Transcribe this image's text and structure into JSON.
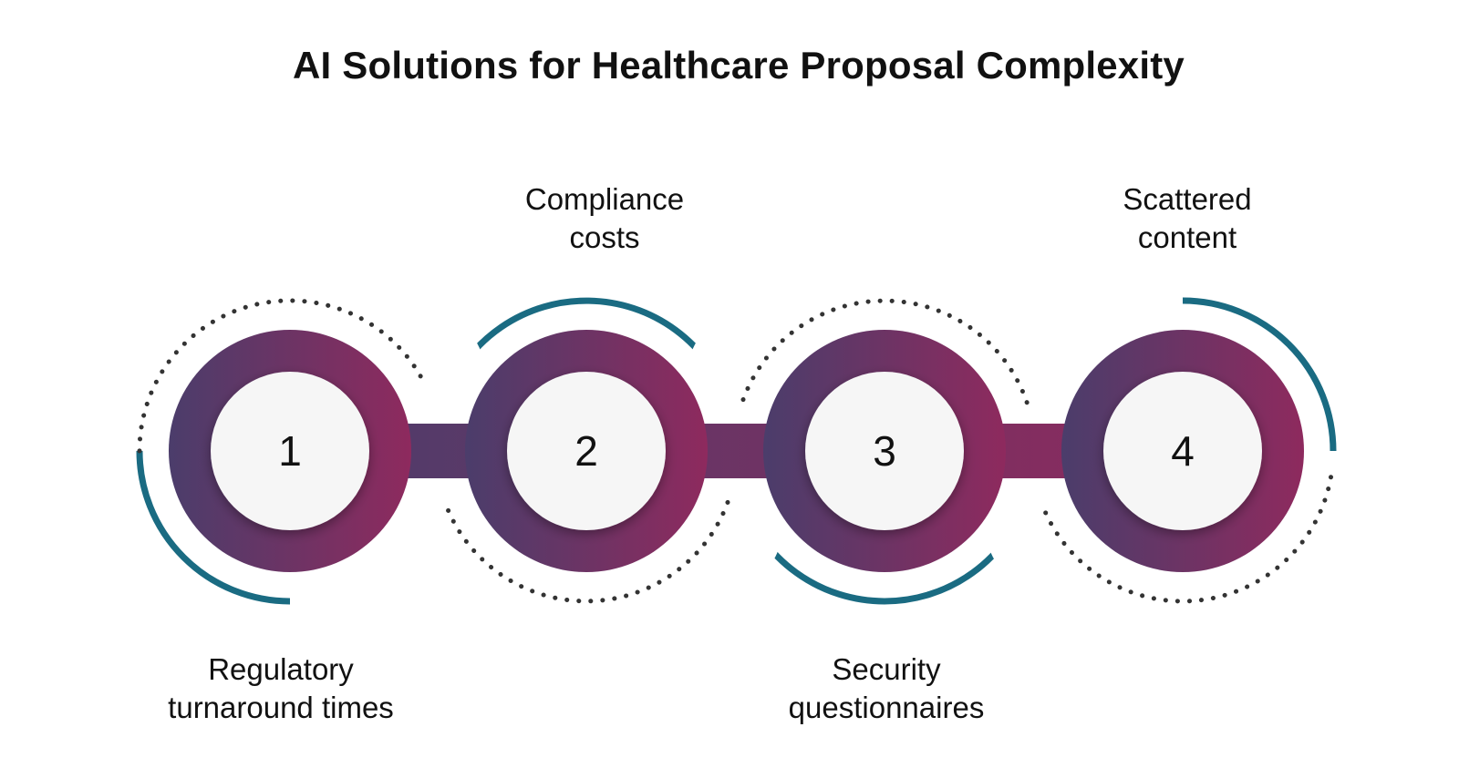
{
  "title": "AI Solutions for Healthcare Proposal Complexity",
  "steps": [
    {
      "number": "1",
      "label_lines": [
        "Regulatory",
        "turnaround times"
      ]
    },
    {
      "number": "2",
      "label_lines": [
        "Compliance",
        "costs"
      ]
    },
    {
      "number": "3",
      "label_lines": [
        "Security",
        "questionnaires"
      ]
    },
    {
      "number": "4",
      "label_lines": [
        "Scattered",
        "content"
      ]
    }
  ],
  "colors": {
    "gradient_start": "#4b3d6b",
    "gradient_end": "#8e2a5e",
    "arc": "#1a6b82",
    "dots": "#333333",
    "inner": "#f6f6f6"
  }
}
